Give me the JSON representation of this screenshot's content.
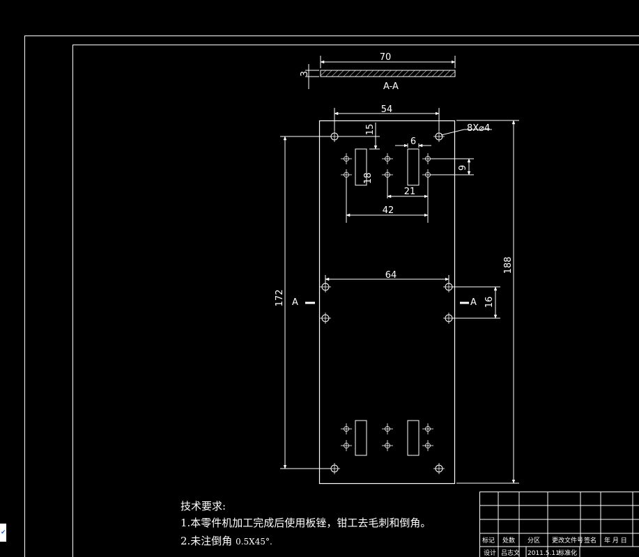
{
  "section": {
    "title": "A-A",
    "width": "70",
    "thickness": "3"
  },
  "dims": {
    "hole_spacing_top": "54",
    "edge_to_slot": "15",
    "holes_spec": "8X⌀4",
    "slot_width": "6",
    "hole_pitch": "9",
    "slot_length": "18",
    "hole_offset": "21",
    "hole_span": "42",
    "center_span": "64",
    "overall_height": "188",
    "hole_vertical_span": "172",
    "center_offset": "16"
  },
  "section_markers": {
    "left": "A",
    "right": "A"
  },
  "tech_notes": {
    "title": "技术要求:",
    "line1": "1.本零件机加工完成后使用板锉，钳工去毛刺和倒角。",
    "line2_prefix": "2.未注倒角",
    "line2_spec": "0.5X45°."
  },
  "title_block": {
    "row_a": [
      "标记",
      "处数",
      "分区",
      "更改文件号",
      "签名",
      "年 月 日"
    ],
    "row_b": [
      "设计",
      "吕志文",
      "2011.5.11",
      "标准化"
    ]
  },
  "colors": {
    "background": "#000000",
    "lines": "#ffffff"
  }
}
